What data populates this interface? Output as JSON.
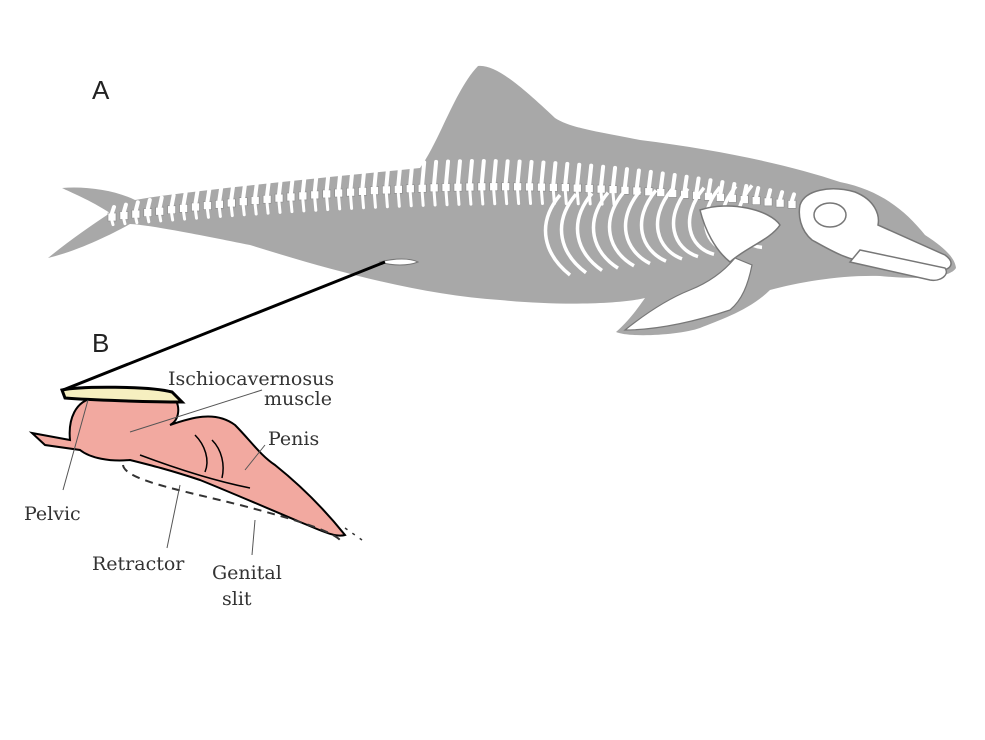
{
  "panels": {
    "a": "A",
    "b": "B"
  },
  "labels": {
    "ischio_line1": "Ischiocavernosus",
    "ischio_line2": "muscle",
    "penis": "Penis",
    "pelvic": "Pelvic",
    "retractor": "Retractor",
    "genital_line1": "Genital",
    "genital_line2": "slit"
  },
  "colors": {
    "body": "#a8a8a8",
    "bone": "#ffffff",
    "tissue": "#f2a9a0",
    "pelvic_bone": "#f6efc0"
  }
}
